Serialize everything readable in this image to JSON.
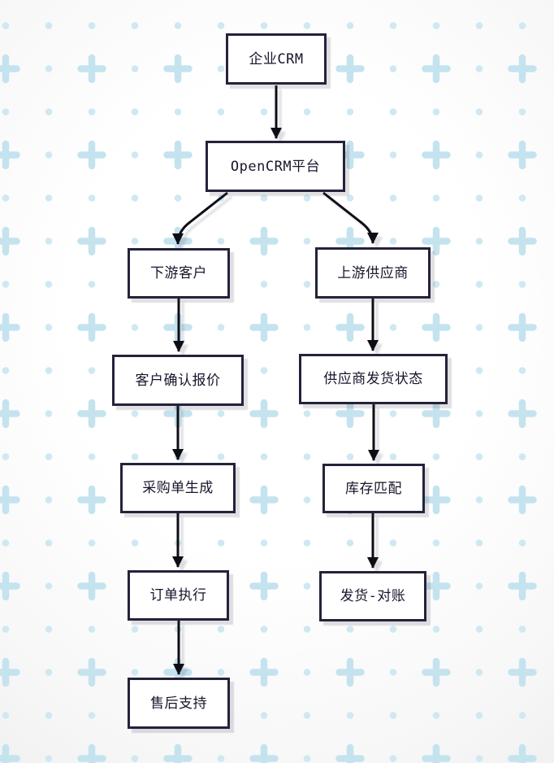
{
  "diagram": {
    "tool": "flowchart-canvas",
    "nodes": [
      {
        "id": "enterprise-crm",
        "label": "企业CRM"
      },
      {
        "id": "opencrm-platform",
        "label": "OpenCRM平台"
      },
      {
        "id": "downstream-customer",
        "label": "下游客户"
      },
      {
        "id": "upstream-supplier",
        "label": "上游供应商"
      },
      {
        "id": "customer-quote-confirmation",
        "label": "客户确认报价"
      },
      {
        "id": "supplier-shipment-status",
        "label": "供应商发货状态"
      },
      {
        "id": "purchase-order-generation",
        "label": "采购单生成"
      },
      {
        "id": "inventory-matching",
        "label": "库存匹配"
      },
      {
        "id": "order-execution",
        "label": "订单执行"
      },
      {
        "id": "shipment-reconciliation",
        "label": "发货-对账"
      },
      {
        "id": "after-sales-support",
        "label": "售后支持"
      }
    ],
    "edges": [
      {
        "from": "企业CRM",
        "to": "OpenCRM平台"
      },
      {
        "from": "OpenCRM平台",
        "to": "下游客户"
      },
      {
        "from": "OpenCRM平台",
        "to": "上游供应商"
      },
      {
        "from": "下游客户",
        "to": "客户确认报价"
      },
      {
        "from": "客户确认报价",
        "to": "采购单生成"
      },
      {
        "from": "采购单生成",
        "to": "订单执行"
      },
      {
        "from": "订单执行",
        "to": "售后支持"
      },
      {
        "from": "上游供应商",
        "to": "供应商发货状态"
      },
      {
        "from": "供应商发货状态",
        "to": "库存匹配"
      },
      {
        "from": "库存匹配",
        "to": "发货-对账"
      }
    ],
    "colors": {
      "node_border": "#23233b",
      "node_fill": "#ffffff",
      "label_text": "#16162c",
      "edge_stroke": "#0b0b14",
      "pattern_dot": "#cfe8f2",
      "pattern_plus": "#c5e3ee",
      "background_center": "#ffffff",
      "background_edge": "#eeeeef"
    }
  }
}
